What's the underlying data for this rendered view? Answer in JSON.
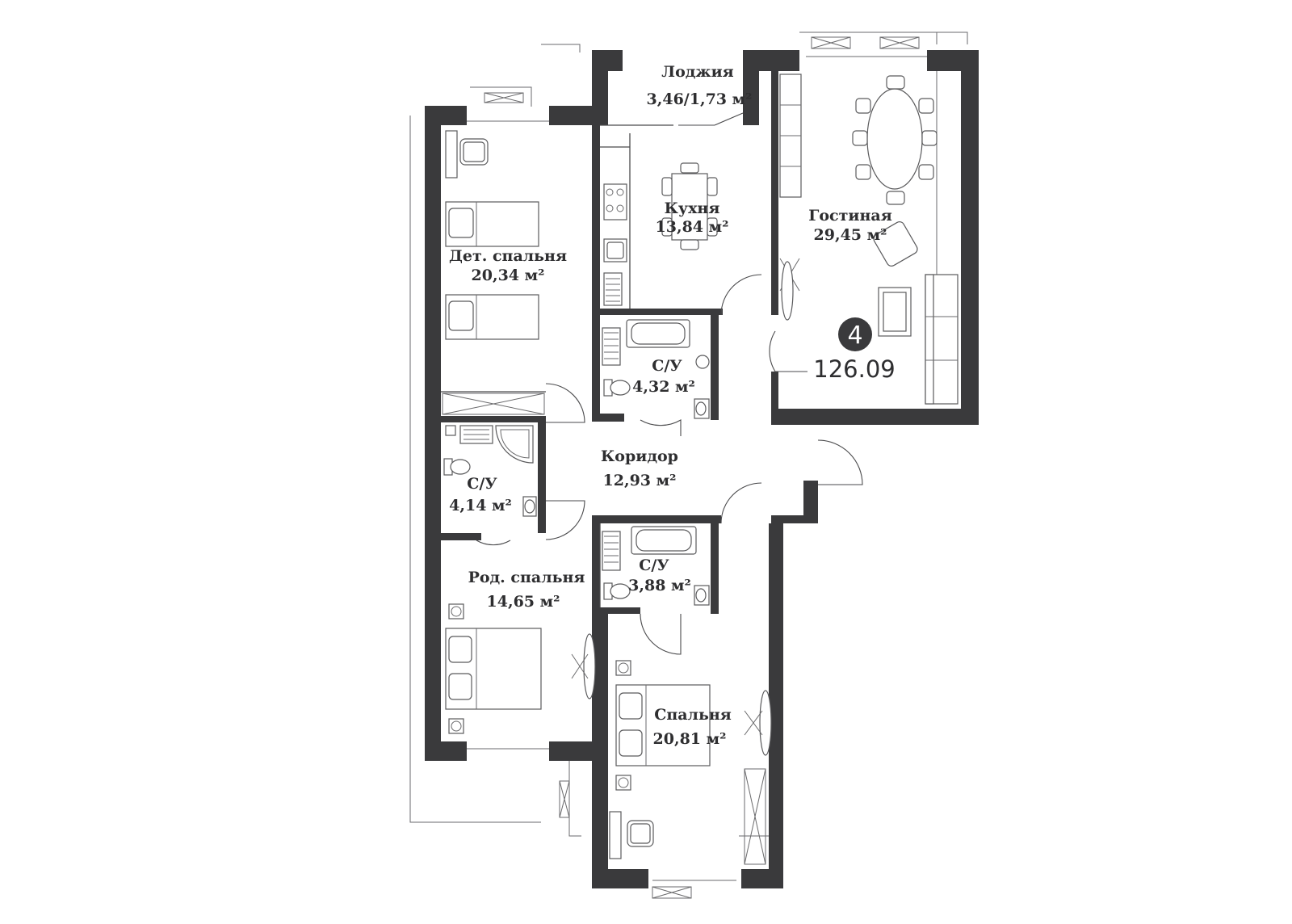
{
  "colors": {
    "wall": "#3a3a3c",
    "label": "#2e2e30",
    "badge": "#3a3a3c"
  },
  "apartment": {
    "rooms_badge": "4",
    "total_area": "126.09"
  },
  "rooms": {
    "loggia": {
      "name": "Лоджия",
      "area": "3,46/1,73 м²"
    },
    "kitchen": {
      "name": "Кухня",
      "area": "13,84 м²"
    },
    "living": {
      "name": "Гостиная",
      "area": "29,45 м²"
    },
    "kids_bedroom": {
      "name": "Дет. спальня",
      "area": "20,34 м²"
    },
    "bath1": {
      "name": "С/У",
      "area": "4,32 м²"
    },
    "bath2": {
      "name": "С/У",
      "area": "4,14 м²"
    },
    "corridor": {
      "name": "Коридор",
      "area": "12,93 м²"
    },
    "parents": {
      "name": "Род. спальня",
      "area": "14,65 м²"
    },
    "bath3": {
      "name": "С/У",
      "area": "3,88 м²"
    },
    "bedroom": {
      "name": "Спальня",
      "area": "20,81 м²"
    }
  },
  "icons": [
    "bed-icon",
    "chair-icon",
    "table-icon",
    "sofa-icon",
    "bathtub-icon",
    "toilet-icon",
    "sink-icon",
    "stove-icon",
    "shower-icon",
    "window-icon",
    "door-icon"
  ]
}
